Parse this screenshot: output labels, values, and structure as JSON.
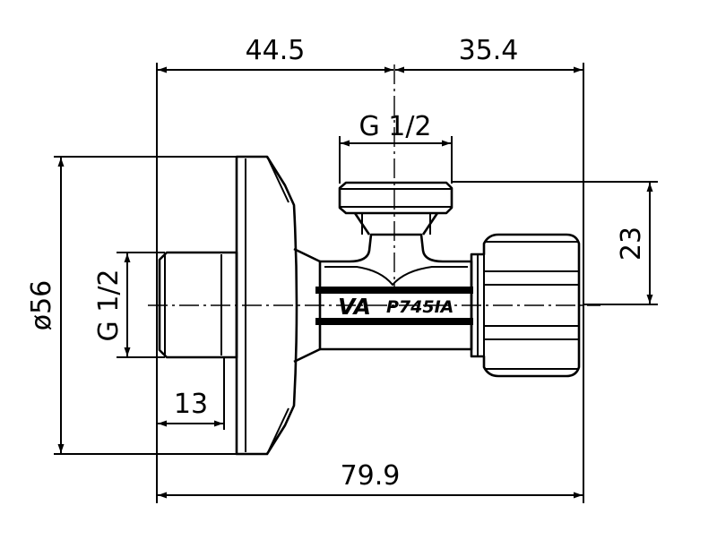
{
  "dimensions": {
    "top_left_width": "44.5",
    "top_right_width": "35.4",
    "top_port_thread": "G 1/2",
    "right_height": "23",
    "flange_diameter": "ø56",
    "inlet_thread": "G 1/2",
    "inlet_length": "13",
    "overall_length": "79.9"
  },
  "body_marking": {
    "brand": "VA",
    "model": "P745IA"
  }
}
